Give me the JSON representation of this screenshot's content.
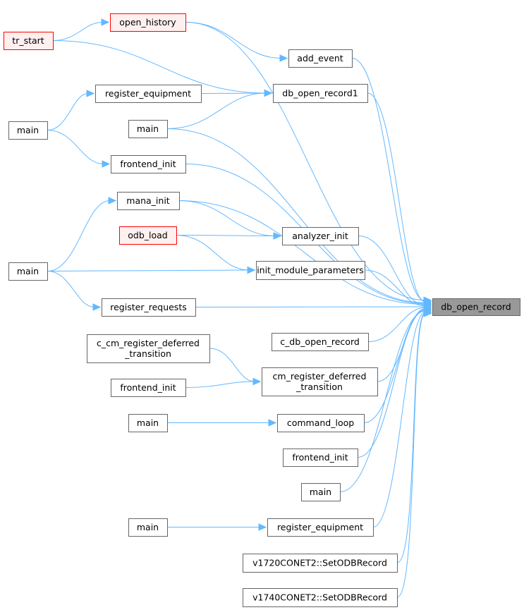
{
  "colors": {
    "edge": "#63b8ff",
    "node_border": "#666666",
    "node_fill": "#ffffff",
    "target_fill": "#999999",
    "target_border": "#666666",
    "external_fill": "#fff0f0",
    "external_border": "#ff0000"
  },
  "nodes": [
    {
      "id": "n_target",
      "label": "db_open_record",
      "kind": "target"
    },
    {
      "id": "n_tr_start",
      "label": "tr_start",
      "kind": "external"
    },
    {
      "id": "n_open_history",
      "label": "open_history",
      "kind": "external"
    },
    {
      "id": "n_add_event",
      "label": "add_event",
      "kind": "normal"
    },
    {
      "id": "n_db_open_record1",
      "label": "db_open_record1",
      "kind": "normal"
    },
    {
      "id": "n_register_equipment_a",
      "label": "register_equipment",
      "kind": "normal"
    },
    {
      "id": "n_main_a",
      "label": "main",
      "kind": "normal"
    },
    {
      "id": "n_main_b",
      "label": "main",
      "kind": "normal"
    },
    {
      "id": "n_frontend_init_a",
      "label": "frontend_init",
      "kind": "normal"
    },
    {
      "id": "n_mana_init",
      "label": "mana_init",
      "kind": "normal"
    },
    {
      "id": "n_odb_load",
      "label": "odb_load",
      "kind": "external"
    },
    {
      "id": "n_analyzer_init",
      "label": "analyzer_init",
      "kind": "normal"
    },
    {
      "id": "n_main_c",
      "label": "main",
      "kind": "normal"
    },
    {
      "id": "n_init_module_parameters",
      "label": "init_module_parameters",
      "kind": "normal"
    },
    {
      "id": "n_register_requests",
      "label": "register_requests",
      "kind": "normal"
    },
    {
      "id": "n_c_db_open_record",
      "label": "c_db_open_record",
      "kind": "normal"
    },
    {
      "id": "n_c_cm_register",
      "label": [
        "c_cm_register_deferred",
        "_transition"
      ],
      "kind": "normal"
    },
    {
      "id": "n_cm_register",
      "label": [
        "cm_register_deferred",
        "_transition"
      ],
      "kind": "normal"
    },
    {
      "id": "n_frontend_init_b",
      "label": "frontend_init",
      "kind": "normal"
    },
    {
      "id": "n_main_d",
      "label": "main",
      "kind": "normal"
    },
    {
      "id": "n_command_loop",
      "label": "command_loop",
      "kind": "normal"
    },
    {
      "id": "n_frontend_init_c",
      "label": "frontend_init",
      "kind": "normal"
    },
    {
      "id": "n_main_e",
      "label": "main",
      "kind": "normal"
    },
    {
      "id": "n_main_f",
      "label": "main",
      "kind": "normal"
    },
    {
      "id": "n_register_equipment_b",
      "label": "register_equipment",
      "kind": "normal"
    },
    {
      "id": "n_v1720",
      "label": "v1720CONET2::SetODBRecord",
      "kind": "normal"
    },
    {
      "id": "n_v1740",
      "label": "v1740CONET2::SetODBRecord",
      "kind": "normal"
    }
  ],
  "edges": [
    {
      "from": "n_open_history",
      "to": "n_target"
    },
    {
      "from": "n_open_history",
      "to": "n_add_event"
    },
    {
      "from": "n_tr_start",
      "to": "n_open_history"
    },
    {
      "from": "n_tr_start",
      "to": "n_db_open_record1"
    },
    {
      "from": "n_add_event",
      "to": "n_target"
    },
    {
      "from": "n_register_equipment_a",
      "to": "n_db_open_record1"
    },
    {
      "from": "n_main_b",
      "to": "n_db_open_record1"
    },
    {
      "from": "n_db_open_record1",
      "to": "n_target"
    },
    {
      "from": "n_main_a",
      "to": "n_register_equipment_a"
    },
    {
      "from": "n_main_a",
      "to": "n_frontend_init_a"
    },
    {
      "from": "n_main_b",
      "to": "n_target"
    },
    {
      "from": "n_frontend_init_a",
      "to": "n_target"
    },
    {
      "from": "n_main_c",
      "to": "n_mana_init"
    },
    {
      "from": "n_mana_init",
      "to": "n_target"
    },
    {
      "from": "n_mana_init",
      "to": "n_analyzer_init"
    },
    {
      "from": "n_odb_load",
      "to": "n_analyzer_init"
    },
    {
      "from": "n_odb_load",
      "to": "n_init_module_parameters"
    },
    {
      "from": "n_analyzer_init",
      "to": "n_target"
    },
    {
      "from": "n_main_c",
      "to": "n_init_module_parameters"
    },
    {
      "from": "n_main_c",
      "to": "n_register_requests"
    },
    {
      "from": "n_init_module_parameters",
      "to": "n_target"
    },
    {
      "from": "n_register_requests",
      "to": "n_target"
    },
    {
      "from": "n_c_db_open_record",
      "to": "n_target"
    },
    {
      "from": "n_c_cm_register",
      "to": "n_cm_register"
    },
    {
      "from": "n_frontend_init_b",
      "to": "n_cm_register"
    },
    {
      "from": "n_cm_register",
      "to": "n_target"
    },
    {
      "from": "n_main_d",
      "to": "n_command_loop"
    },
    {
      "from": "n_command_loop",
      "to": "n_target"
    },
    {
      "from": "n_frontend_init_c",
      "to": "n_target"
    },
    {
      "from": "n_main_e",
      "to": "n_target"
    },
    {
      "from": "n_main_f",
      "to": "n_register_equipment_b"
    },
    {
      "from": "n_register_equipment_b",
      "to": "n_target"
    },
    {
      "from": "n_v1720",
      "to": "n_target"
    },
    {
      "from": "n_v1740",
      "to": "n_target"
    }
  ]
}
